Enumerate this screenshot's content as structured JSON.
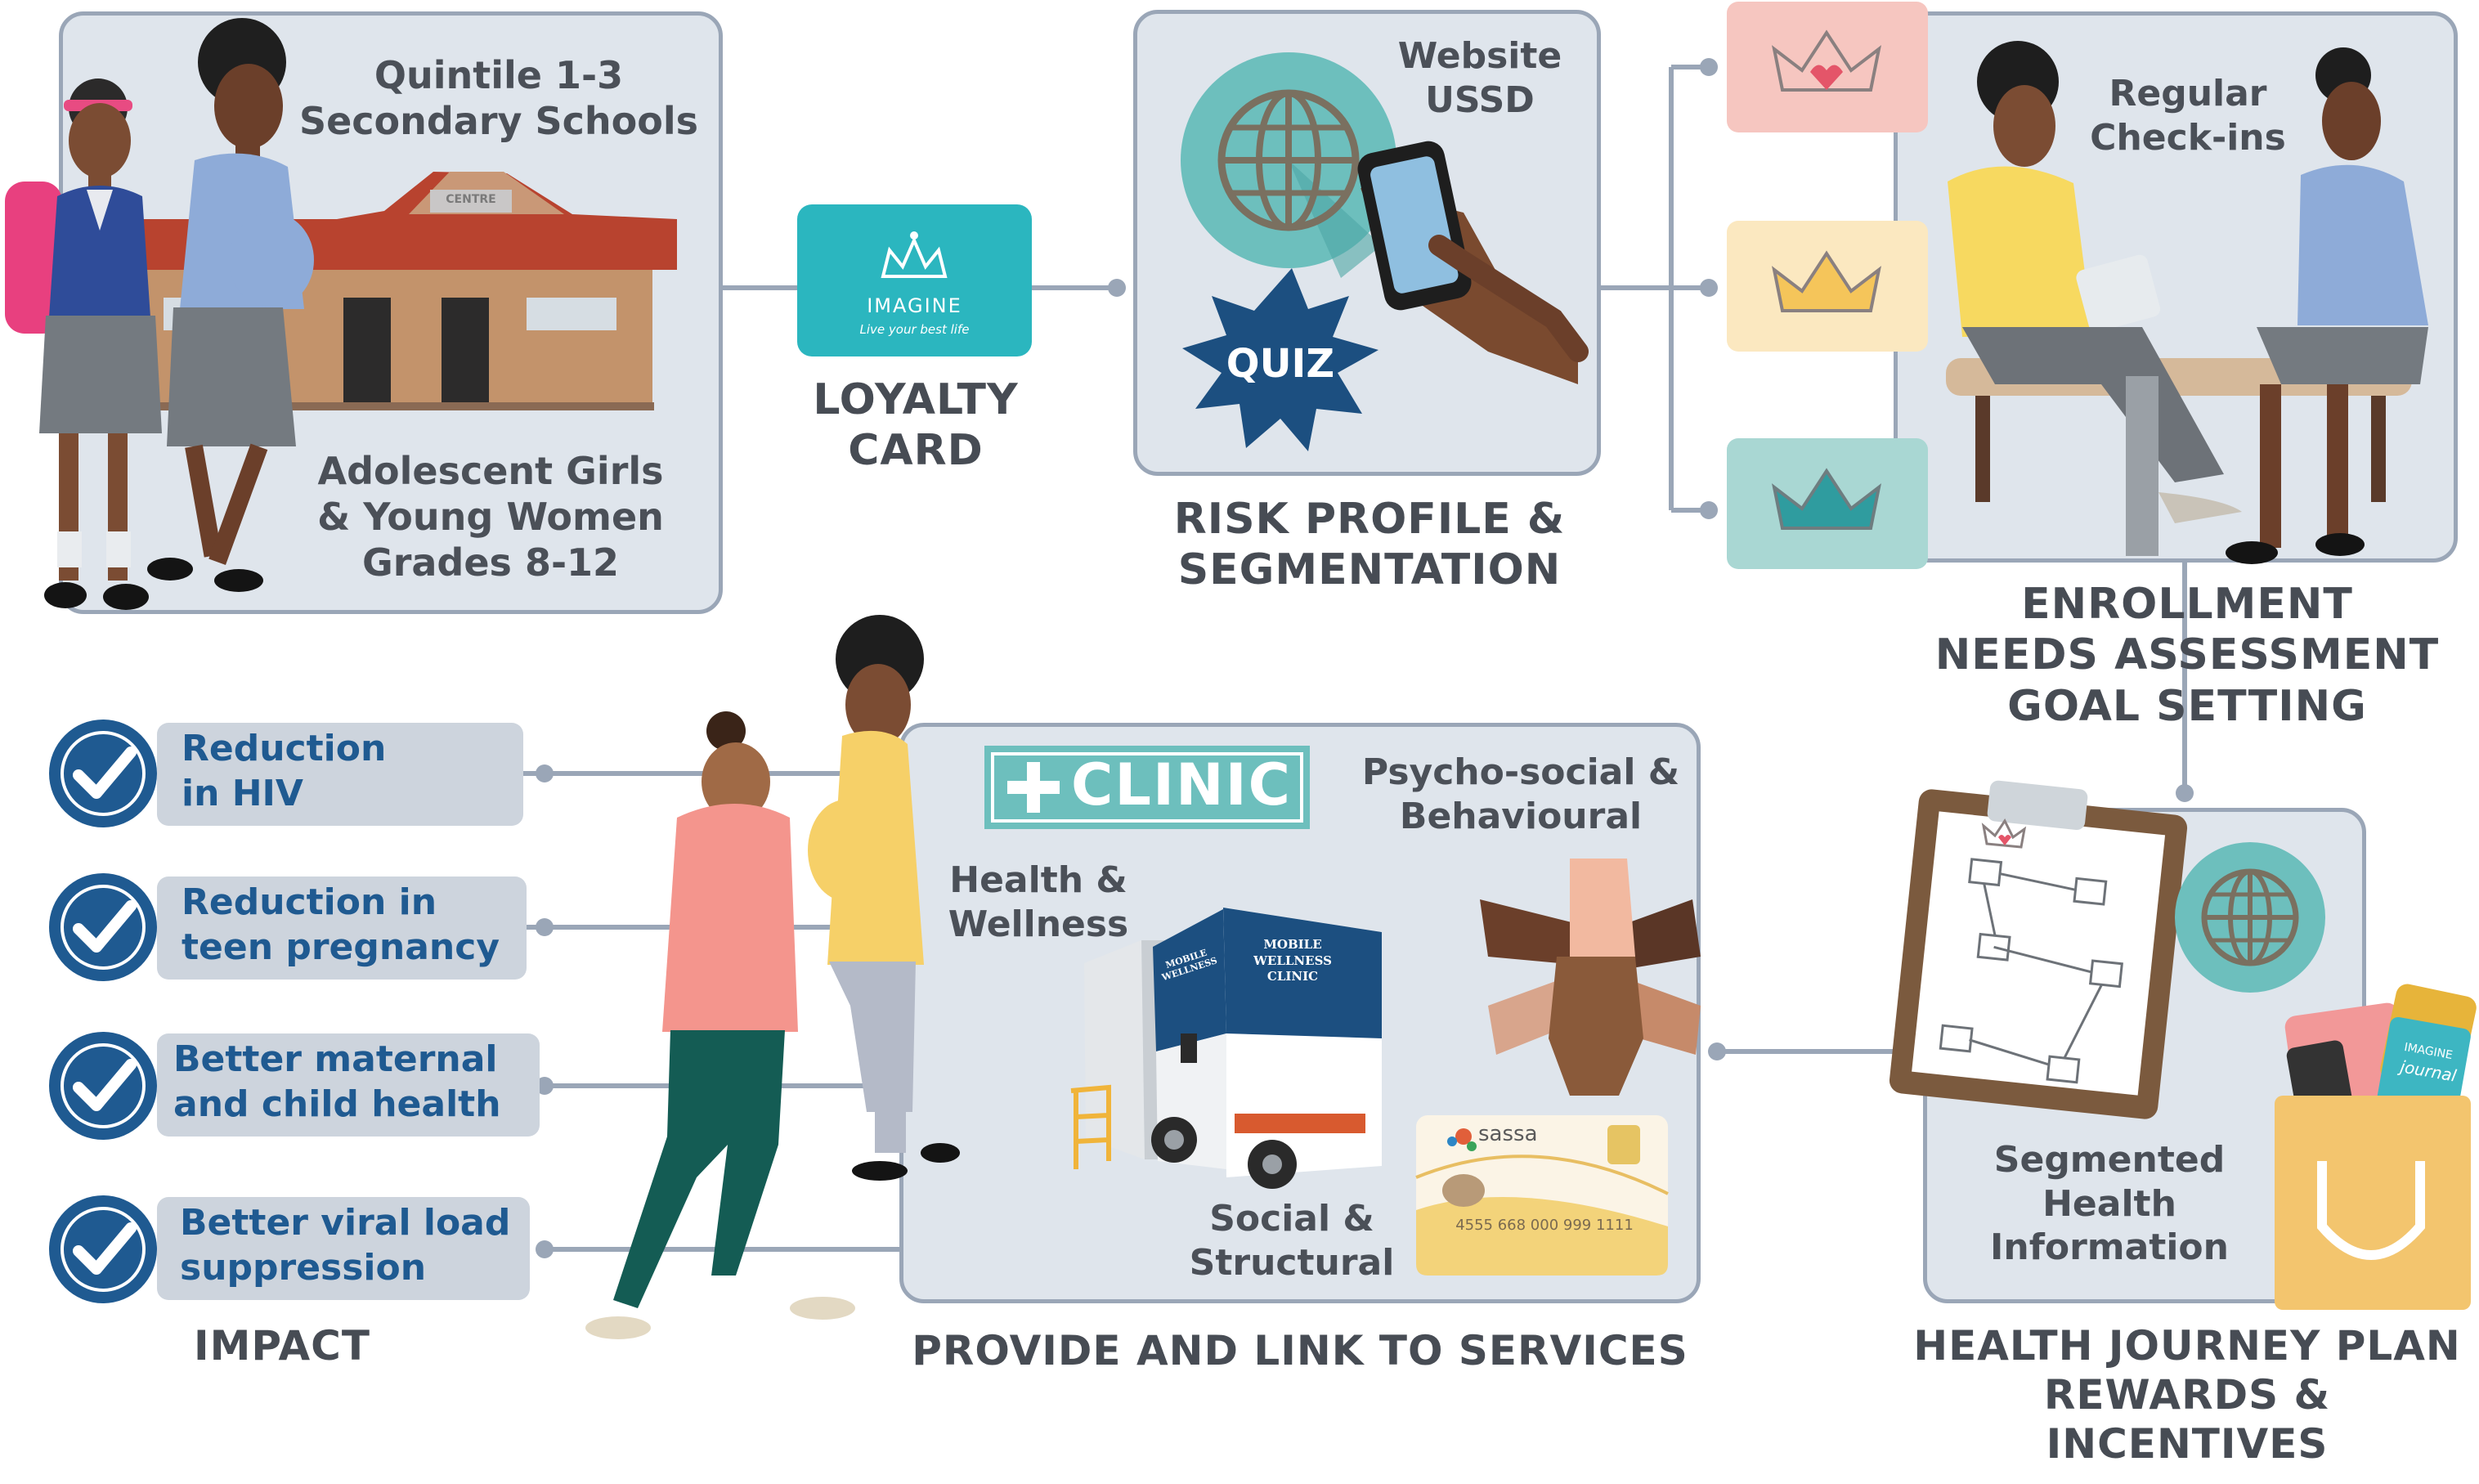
{
  "colors": {
    "panel_fill": "#dfe5ec",
    "panel_border": "#9aa6b7",
    "connector": "#9aa6b7",
    "caption": "#474c54",
    "impact_text": "#1f5a91",
    "badge_blue": "#1f5a91",
    "card_teal": "#2bb6bf",
    "crown_pink": "#f6c6c0",
    "crown_yellow": "#fbe8c0",
    "crown_teal": "#a9d7d3",
    "clinic_teal": "#6dbfbd",
    "quiz_navy": "#1c4f80"
  },
  "icons": [
    "check-badge-icon",
    "globe-icon",
    "phone-icon",
    "quiz-burst-icon",
    "crown-icon",
    "clipboard-icon",
    "gift-bag-icon",
    "stacked-hands-icon",
    "mobile-clinic-truck-icon",
    "school-building-icon"
  ],
  "schools": {
    "title_lines": [
      "Quintile 1-3",
      "Secondary Schools"
    ],
    "sub_lines": [
      "Adolescent Girls",
      "& Young Women",
      "Grades 8-12"
    ],
    "building_sign": "CENTRE"
  },
  "loyalty": {
    "brand": "IMAGINE",
    "tagline": "Live your best life",
    "caption_lines": [
      "LOYALTY",
      "CARD"
    ]
  },
  "risk": {
    "channel_lines": [
      "Website",
      "USSD"
    ],
    "quiz_label": "QUIZ",
    "caption_lines": [
      "RISK PROFILE &",
      "SEGMENTATION"
    ]
  },
  "enrollment": {
    "checkin_lines": [
      "Regular",
      "Check-ins"
    ],
    "caption_lines": [
      "ENROLLMENT",
      "NEEDS ASSESSMENT",
      "GOAL SETTING"
    ]
  },
  "impact": {
    "items": [
      {
        "lines": [
          "Reduction",
          "in HIV"
        ]
      },
      {
        "lines": [
          "Reduction in",
          "teen pregnancy"
        ]
      },
      {
        "lines": [
          "Better maternal",
          "and child health"
        ]
      },
      {
        "lines": [
          "Better viral load",
          "suppression"
        ]
      }
    ],
    "caption": "IMPACT"
  },
  "services": {
    "clinic_label": "CLINIC",
    "health_lines": [
      "Health &",
      "Wellness"
    ],
    "psycho_lines": [
      "Psycho-social &",
      "Behavioural"
    ],
    "social_lines": [
      "Social &",
      "Structural"
    ],
    "truck_lines": [
      "MOBILE",
      "WELLNESS",
      "CLINIC"
    ],
    "truck_door_lines": [
      "MOBILE",
      "WELLNESS"
    ],
    "sassa_label": "sassa",
    "card_number": "4555 668 000 999 1111",
    "caption": "PROVIDE AND LINK TO SERVICES"
  },
  "journey": {
    "info_lines": [
      "Segmented",
      "Health",
      "Information"
    ],
    "journal_brand": "IMAGINE",
    "journal_word": "journal",
    "caption_lines": [
      "HEALTH JOURNEY PLAN",
      "REWARDS & INCENTIVES"
    ]
  }
}
